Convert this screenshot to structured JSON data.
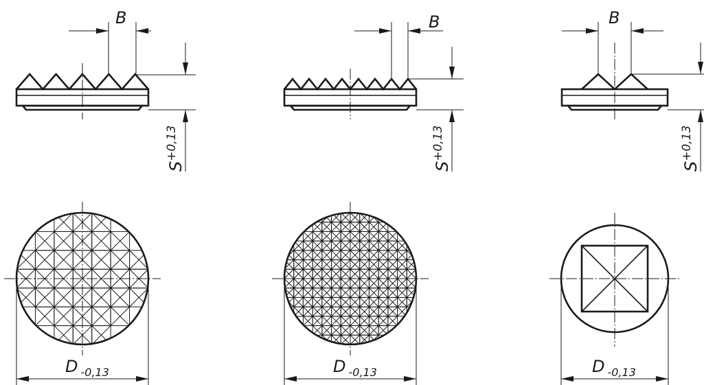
{
  "labels": {
    "b": "B",
    "s": "S",
    "s_tolerance": "+0,13",
    "d": "D",
    "d_tolerance": "-0,13"
  },
  "views": [
    {
      "name": "coarse-serration",
      "grid_columns": 7,
      "tooth_count": 5
    },
    {
      "name": "fine-serration",
      "grid_columns": 14,
      "tooth_count": 8
    },
    {
      "name": "single-pyramid",
      "grid_columns": 1,
      "tooth_count": 2
    }
  ]
}
